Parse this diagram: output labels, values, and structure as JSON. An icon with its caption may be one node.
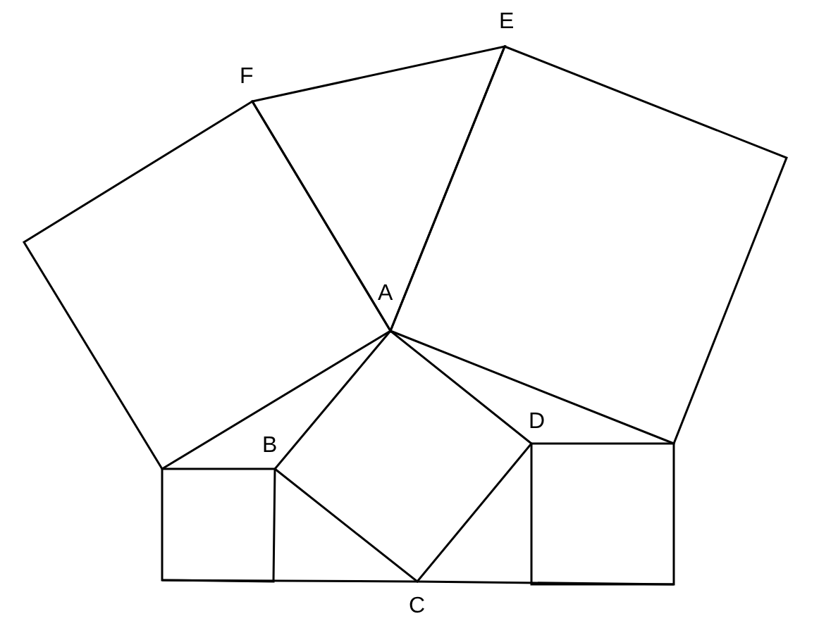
{
  "diagram": {
    "labels": [
      "F",
      "E",
      "A",
      "B",
      "D",
      "C"
    ]
  }
}
